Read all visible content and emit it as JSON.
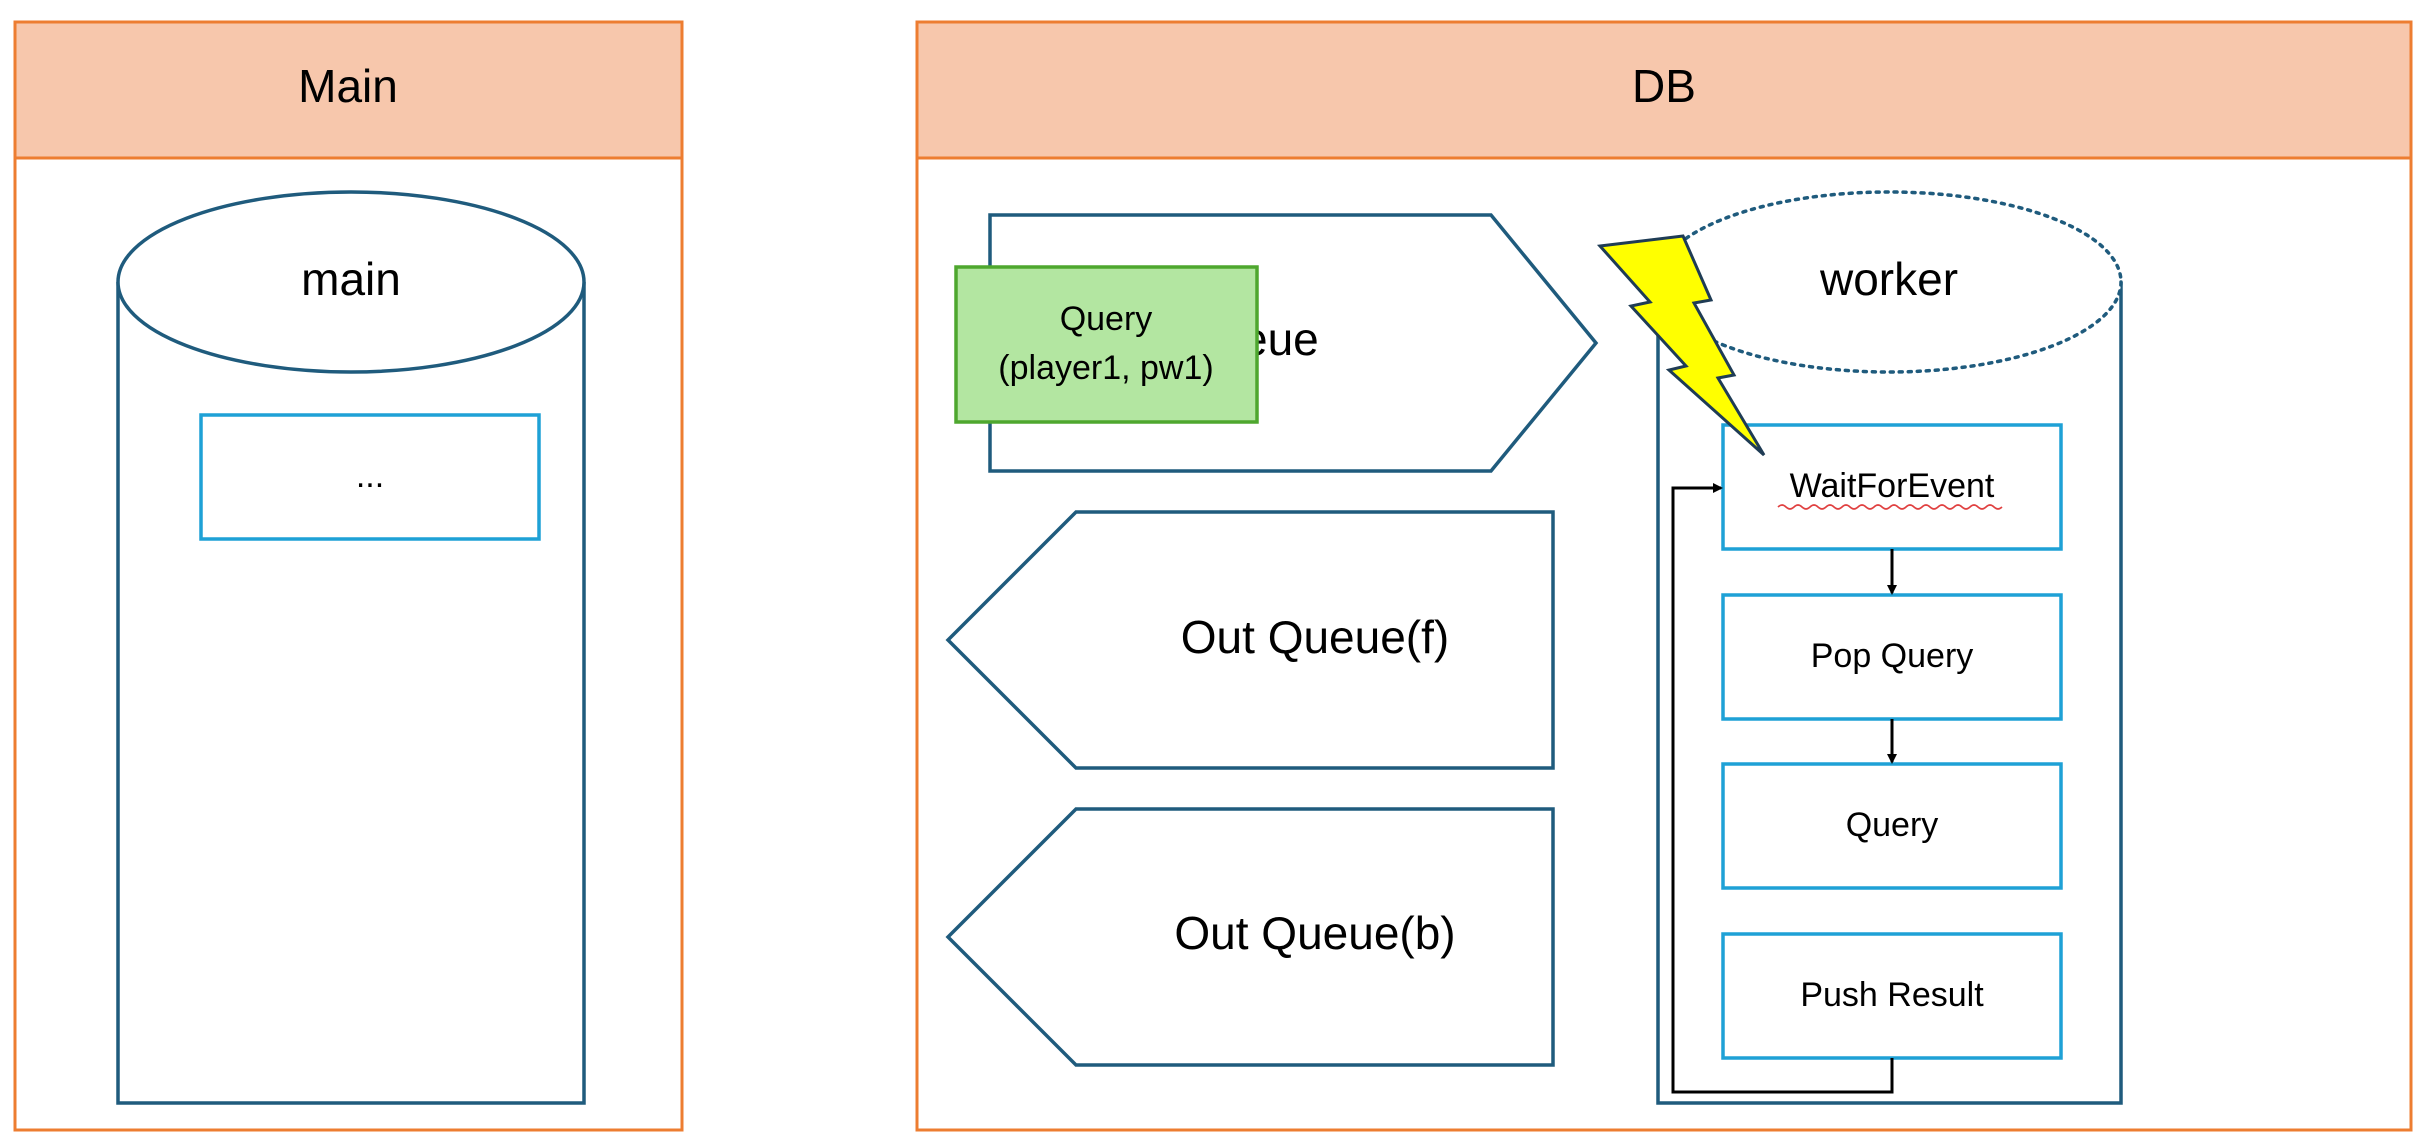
{
  "panels": {
    "main": {
      "title": "Main"
    },
    "db": {
      "title": "DB"
    }
  },
  "main_thread": {
    "label": "main",
    "inner_box": "..."
  },
  "db_thread": {
    "in_queue_label_visible": "eue",
    "query_card": {
      "line1": "Query",
      "line2": "(player1, pw1)"
    },
    "out_queue_f": "Out Queue(f)",
    "out_queue_b": "Out Queue(b)",
    "worker": {
      "label": "worker",
      "steps": [
        "WaitForEvent",
        "Pop Query",
        "Query",
        "Push Result"
      ]
    }
  },
  "icons": {
    "event": "lightning-bolt-icon"
  },
  "colors": {
    "panel_border": "#ED7D31",
    "panel_header": "#F7C7AC",
    "thread_stroke": "#1F5B7D",
    "step_stroke": "#1EA1D6",
    "query_card_fill": "#B3E6A1",
    "query_card_stroke": "#4EA72E",
    "lightning_fill": "#FFFF00"
  }
}
